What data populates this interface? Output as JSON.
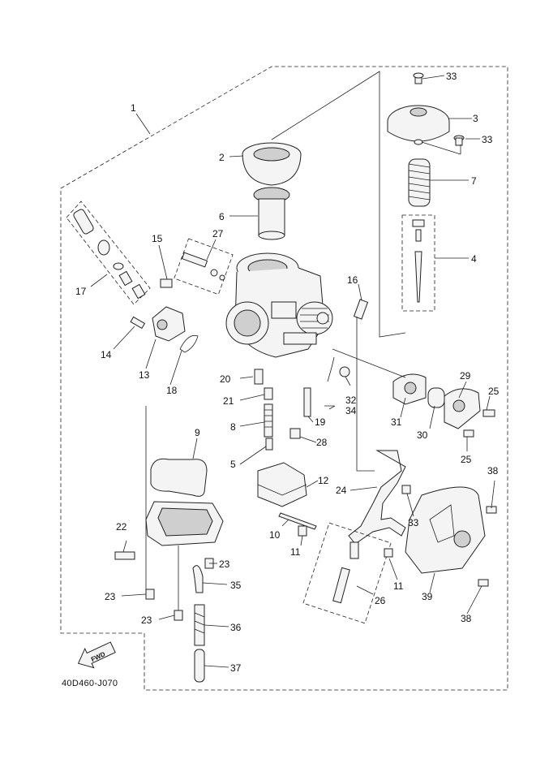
{
  "diagram": {
    "figure_code": "40D460-J070",
    "fwd_label": "FWD",
    "callouts": {
      "c1": "1",
      "c2": "2",
      "c3": "3",
      "c4": "4",
      "c5": "5",
      "c6": "6",
      "c7": "7",
      "c8": "8",
      "c9": "9",
      "c10": "10",
      "c11a": "11",
      "c11b": "11",
      "c12": "12",
      "c13": "13",
      "c14": "14",
      "c15": "15",
      "c16": "16",
      "c17": "17",
      "c18": "18",
      "c19": "19",
      "c20": "20",
      "c21": "21",
      "c22": "22",
      "c23a": "23",
      "c23b": "23",
      "c23c": "23",
      "c24": "24",
      "c25a": "25",
      "c25b": "25",
      "c26": "26",
      "c27": "27",
      "c28": "28",
      "c29": "29",
      "c30": "30",
      "c31": "31",
      "c32": "32",
      "c33a": "33",
      "c33b": "33",
      "c33c": "33",
      "c34": "34",
      "c35": "35",
      "c36": "36",
      "c37": "37",
      "c38a": "38",
      "c38b": "38",
      "c39": "39"
    }
  }
}
